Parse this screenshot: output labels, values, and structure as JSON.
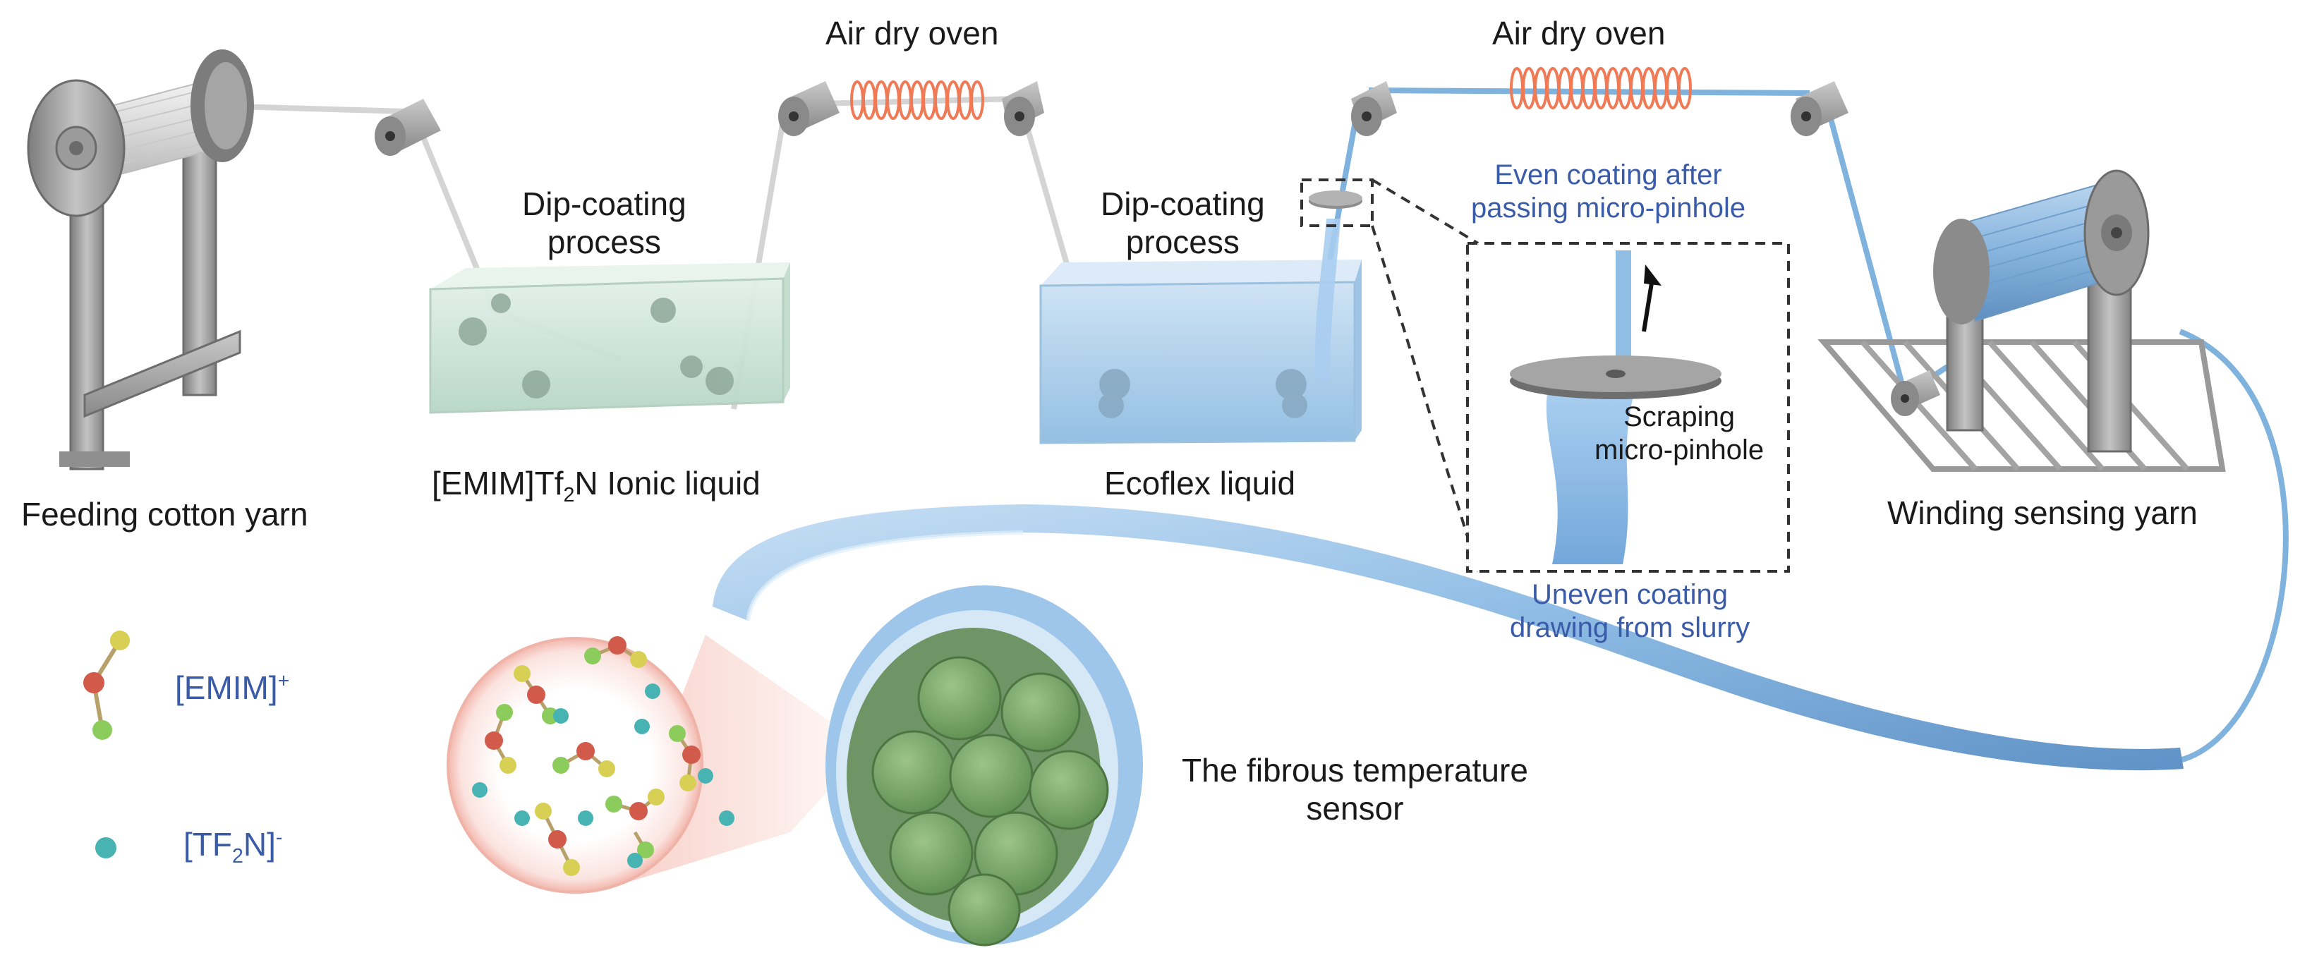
{
  "labels": {
    "feed": "Feeding  cotton yarn",
    "oven1": "Air  dry oven",
    "oven2": "Air  dry oven",
    "dip1_line1": "Dip-coating",
    "dip1_line2": "process",
    "dip2_line1": "Dip-coating",
    "dip2_line2": "process",
    "ionic_pre": "[EMIM]Tf",
    "ionic_sub": "2",
    "ionic_post": "N Ionic liquid",
    "ecoflex": "Ecoflex liquid",
    "even_line1": "Even coating after",
    "even_line2": "passing micro-pinhole",
    "scrape_line1": "Scraping",
    "scrape_line2": "micro-pinhole",
    "uneven_line1": "Uneven  coating",
    "uneven_line2": "drawing from slurry",
    "winding": "Winding sensing yarn",
    "sensor_line1": "The fibrous temperature",
    "sensor_line2": "sensor",
    "emim_base": "[EMIM]",
    "emim_sup": "+",
    "tf2n_pre": "[TF",
    "tf2n_sub": "2",
    "tf2n_post": "N]",
    "tf2n_sup": "-"
  },
  "colors": {
    "metal": "#9a9a9a",
    "coil": "#f07a55",
    "ionic_bath": "#cfe6dc",
    "ecoflex_bath": "#a9cdea",
    "sensor_fiber": "#7aa86a",
    "coating": "#8fbfe6",
    "legend_text": "#3a5ca8",
    "atom_red": "#d15a4a",
    "atom_yellow": "#d8cf55",
    "atom_green": "#8ccc5c",
    "atom_teal": "#48b3b3"
  }
}
